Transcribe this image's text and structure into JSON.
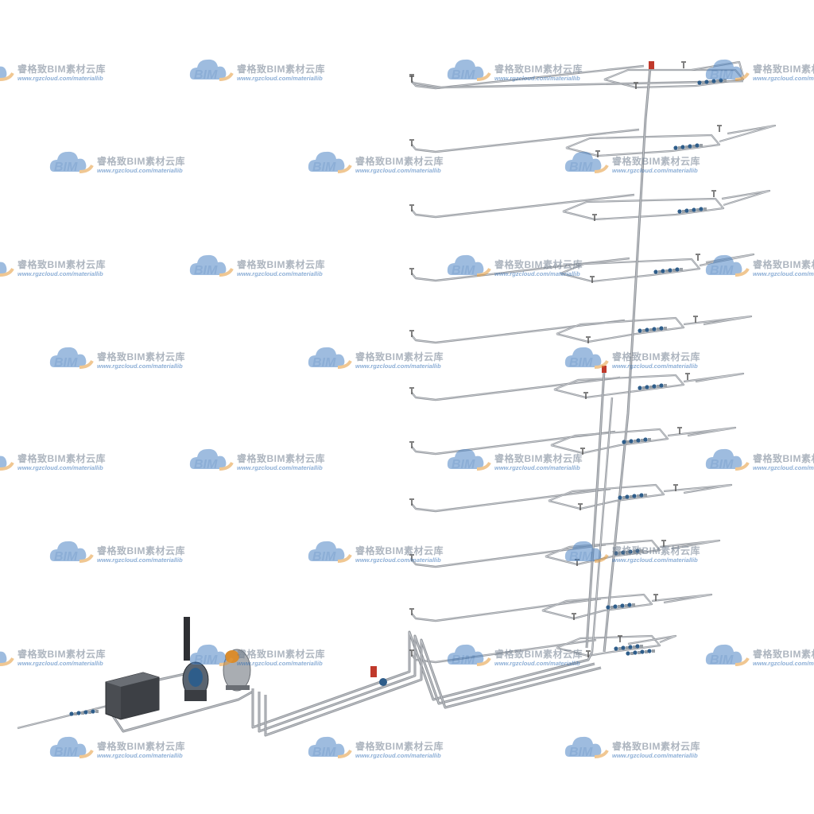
{
  "watermark": {
    "title": "睿格致BIM素材云库",
    "url": "www.rgzcloud.com/materiallib",
    "logo_text": "BIM",
    "logo_icon": "cloud-icon",
    "colors": {
      "cloud_blue": "#4f86c6",
      "cloud_orange": "#e59a3a",
      "text_gray": "#6b7a8c",
      "url_blue": "#2f6db5"
    }
  },
  "diagram": {
    "pipe_color": "#8e9298",
    "pipe_highlight": "#c9ccd0",
    "valve_colors": {
      "red": "#c0392b",
      "blue": "#2e5d8a"
    },
    "floors": 11
  }
}
